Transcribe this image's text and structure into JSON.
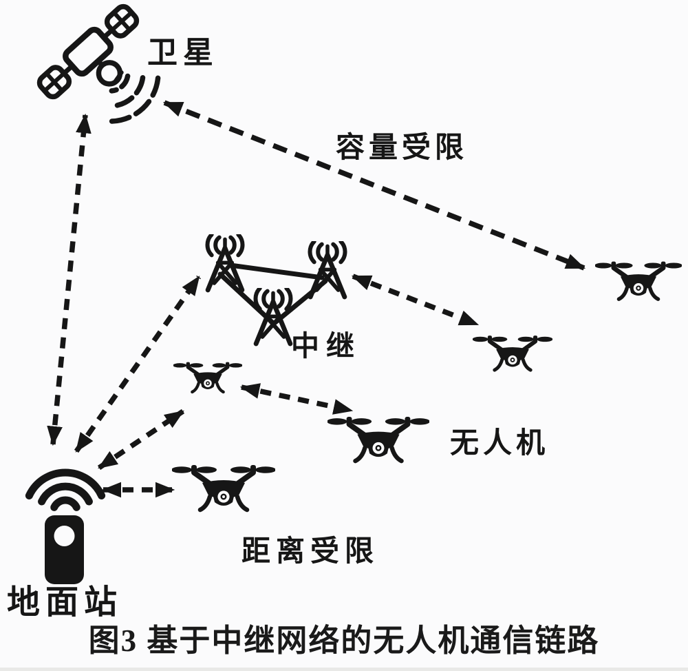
{
  "figure": {
    "caption": "图3 基于中继网络的无人机通信链路",
    "background": "#fbfbfc",
    "ink": "#161616"
  },
  "labels": {
    "satellite": "卫星",
    "capacity_limited": "容量受限",
    "relay": "中继",
    "uav": "无人机",
    "distance_limited": "距离受限",
    "ground_station": "地面站"
  },
  "icons": {
    "satellite": "satellite-icon",
    "relay_tower": "radio-tower-icon",
    "uav": "quadcopter-drone-icon",
    "ground_station": "ground-station-antenna-icon"
  },
  "diagram": {
    "nodes": [
      {
        "id": "satellite",
        "label": "卫星",
        "type": "satellite"
      },
      {
        "id": "relay-tower-left",
        "label": "中继",
        "type": "relay-tower"
      },
      {
        "id": "relay-tower-right",
        "label": "中继",
        "type": "relay-tower"
      },
      {
        "id": "relay-tower-bottom",
        "label": "中继",
        "type": "relay-tower"
      },
      {
        "id": "uav-right-top",
        "label": "无人机",
        "type": "uav"
      },
      {
        "id": "uav-mid-right",
        "label": "无人机",
        "type": "uav"
      },
      {
        "id": "uav-small-left",
        "label": "无人机",
        "type": "uav"
      },
      {
        "id": "uav-center",
        "label": "无人机",
        "type": "uav"
      },
      {
        "id": "uav-bottom",
        "label": "无人机",
        "type": "uav"
      },
      {
        "id": "ground-station",
        "label": "地面站",
        "type": "ground-station"
      }
    ],
    "links": [
      {
        "from": "ground-station",
        "to": "satellite",
        "style": "dashed",
        "bidirectional": true
      },
      {
        "from": "ground-station",
        "to": "relay-tower-left",
        "style": "dashed",
        "bidirectional": true
      },
      {
        "from": "ground-station",
        "to": "uav-small-left",
        "style": "dashed",
        "bidirectional": true
      },
      {
        "from": "ground-station",
        "to": "uav-bottom",
        "style": "dashed",
        "bidirectional": true,
        "annotation": "距离受限"
      },
      {
        "from": "satellite",
        "to": "uav-right-top",
        "style": "dashed",
        "bidirectional": true,
        "annotation": "容量受限"
      },
      {
        "from": "relay-tower-right",
        "to": "uav-mid-right",
        "style": "dashed",
        "bidirectional": true
      },
      {
        "from": "uav-small-left",
        "to": "uav-center",
        "style": "dashed",
        "bidirectional": true
      },
      {
        "from": "relay-tower-left",
        "to": "relay-tower-right",
        "style": "solid",
        "bidirectional": false
      },
      {
        "from": "relay-tower-left",
        "to": "relay-tower-bottom",
        "style": "solid",
        "bidirectional": false
      },
      {
        "from": "relay-tower-bottom",
        "to": "relay-tower-right",
        "style": "solid",
        "bidirectional": false
      }
    ]
  }
}
